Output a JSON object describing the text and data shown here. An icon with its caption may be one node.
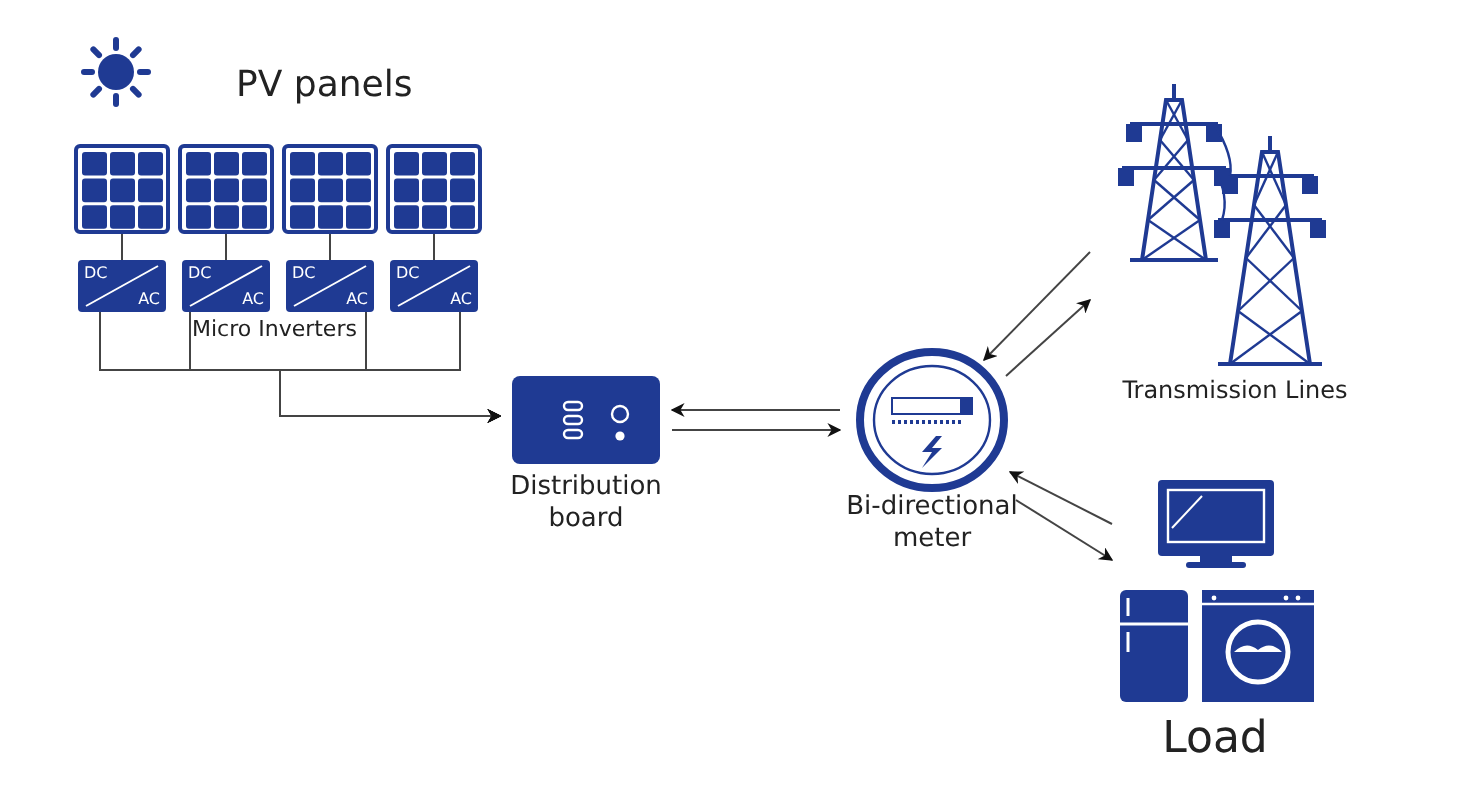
{
  "diagram": {
    "nodes": [
      {
        "text": [],
        "shape": "box"
      },
      {
        "text": [],
        "shape": "box"
      },
      {
        "text": [],
        "shape": "box"
      },
      {
        "text": [],
        "shape": "box"
      },
      {
        "text": [
          "DC",
          "AC"
        ]
      },
      {
        "text": [
          "DC",
          "AC"
        ]
      },
      {
        "text": [
          "DC",
          "AC"
        ]
      },
      {
        "text": [
          "DC",
          "AC"
        ]
      },
      {
        "text": [
          "Distribution board"
        ]
      },
      {
        "text": [
          "Bi-directional meter"
        ]
      },
      {
        "text": [
          "Transmission Lines"
        ]
      },
      {
        "text": [
          "Load"
        ]
      }
    ],
    "edges": [
      {
        "from": 0,
        "to": 4,
        "arrow": "none"
      },
      {
        "from": 1,
        "to": 5,
        "arrow": "none"
      },
      {
        "from": 2,
        "to": 6,
        "arrow": "none"
      },
      {
        "from": 3,
        "to": 7,
        "arrow": "none"
      },
      {
        "from": 4,
        "to": 8,
        "arrow": "to"
      },
      {
        "from": 5,
        "to": 8,
        "arrow": "to"
      },
      {
        "from": 6,
        "to": 8,
        "arrow": "to"
      },
      {
        "from": 7,
        "to": 8,
        "arrow": "to"
      },
      {
        "from": 9,
        "to": 8,
        "arrow": "to"
      },
      {
        "from": 8,
        "to": 9,
        "arrow": "to"
      },
      {
        "from": 10,
        "to": 9,
        "arrow": "to"
      },
      {
        "from": 9,
        "to": 10,
        "arrow": "to"
      },
      {
        "from": 11,
        "to": 9,
        "arrow": "to"
      },
      {
        "from": 9,
        "to": 11,
        "arrow": "to"
      }
    ],
    "labels": [
      "PV panels",
      "Micro Inverters"
    ]
  }
}
